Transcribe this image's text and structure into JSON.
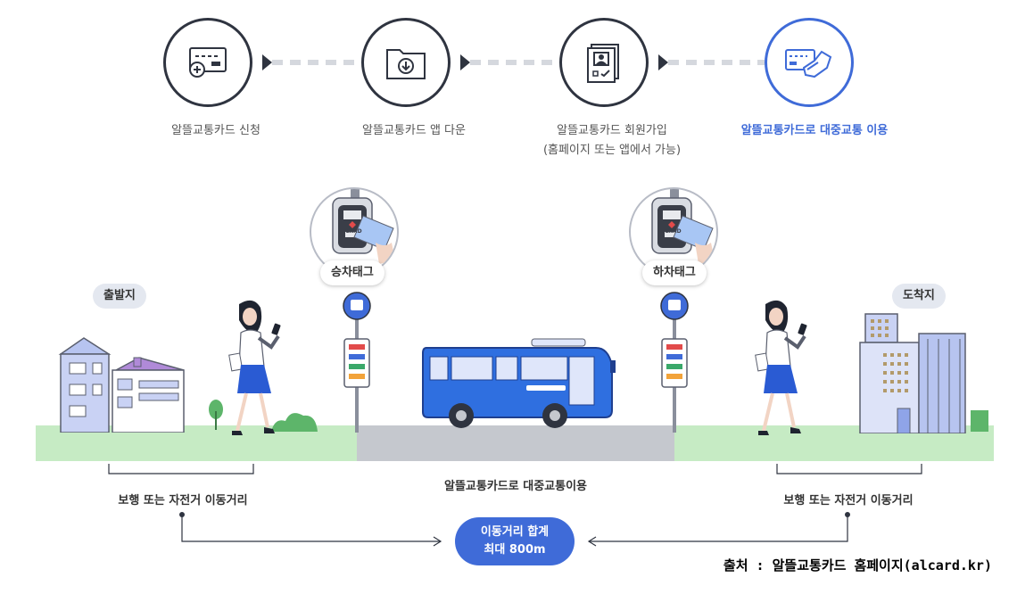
{
  "steps": [
    {
      "label": "알뜰교통카드 신청",
      "icon": "card-plus-icon"
    },
    {
      "label": "알뜰교통카드 앱 다운",
      "icon": "folder-download-icon"
    },
    {
      "label": "알뜰교통카드 회원가입",
      "sublabel": "(홈페이지 또는 앱에서 가능)",
      "icon": "member-document-icon"
    },
    {
      "label": "알뜰교통카드로 대중교통 이용",
      "icon": "hand-card-icon",
      "active": true
    }
  ],
  "scene": {
    "departure_label": "출발지",
    "arrival_label": "도착지",
    "board_tag_label": "승차태그",
    "alight_tag_label": "하차태그",
    "card_text": "CARD",
    "left_distance_label": "보행 또는 자전거 이동거리",
    "right_distance_label": "보행 또는 자전거 이동거리",
    "bus_caption": "알뜰교통카드로 대중교통이용",
    "total_line1": "이동거리 합계",
    "total_line2": "최대 800m"
  },
  "source": "출처 : 알뜰교통카드 홈페이지(alcard.kr)",
  "colors": {
    "accent": "#3f6bd8",
    "dark": "#2f3440",
    "green": "#c6ebc4",
    "road": "#c5c8ce",
    "bus": "#2f6fe0"
  }
}
